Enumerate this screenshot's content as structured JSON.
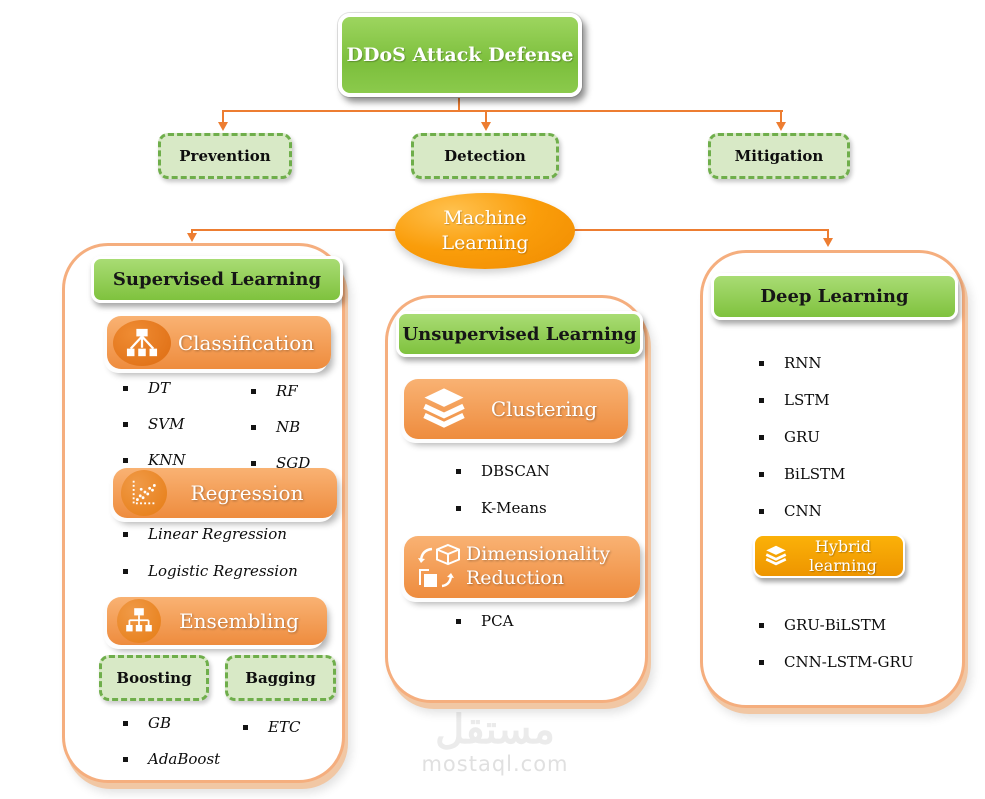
{
  "root": {
    "title": "DDoS Attack Defense"
  },
  "phases": [
    {
      "label": "Prevention"
    },
    {
      "label": "Detection"
    },
    {
      "label": "Mitigation"
    }
  ],
  "hub": {
    "line1": "Machine",
    "line2": "Learning"
  },
  "columns": {
    "supervised": {
      "header": "Supervised Learning",
      "classification": {
        "label": "Classification",
        "left": [
          "DT",
          "SVM",
          "KNN"
        ],
        "right": [
          "RF",
          "NB",
          "SGD"
        ]
      },
      "regression": {
        "label": "Regression",
        "items": [
          "Linear Regression",
          "Logistic Regression"
        ]
      },
      "ensembling": {
        "label": "Ensembling",
        "boosting": {
          "label": "Boosting",
          "items": [
            "GB",
            "AdaBoost"
          ]
        },
        "bagging": {
          "label": "Bagging",
          "items": [
            "ETC"
          ]
        }
      }
    },
    "unsupervised": {
      "header": "Unsupervised Learning",
      "clustering": {
        "label": "Clustering",
        "items": [
          "DBSCAN",
          "K-Means"
        ]
      },
      "dimensionality_reduction": {
        "line1": "Dimensionality",
        "line2": "Reduction",
        "items": [
          "PCA"
        ]
      }
    },
    "deep": {
      "header": "Deep Learning",
      "items": [
        "RNN",
        "LSTM",
        "GRU",
        "BiLSTM",
        "CNN"
      ],
      "hybrid": {
        "label": "Hybrid learning",
        "items": [
          "GRU-BiLSTM",
          "CNN-LSTM-GRU"
        ]
      }
    }
  },
  "watermark": {
    "arabic": "مستقل",
    "domain": "mostaql.com"
  },
  "colors": {
    "connector_orange": "#ED7D31",
    "node_green": "#86C440",
    "banner_orange": "#F09A4B",
    "hybrid_orange": "#F5A300",
    "phase_fill": "#D8E9C6",
    "phase_border": "#6FAE4B",
    "column_border": "#F5AE7E"
  }
}
